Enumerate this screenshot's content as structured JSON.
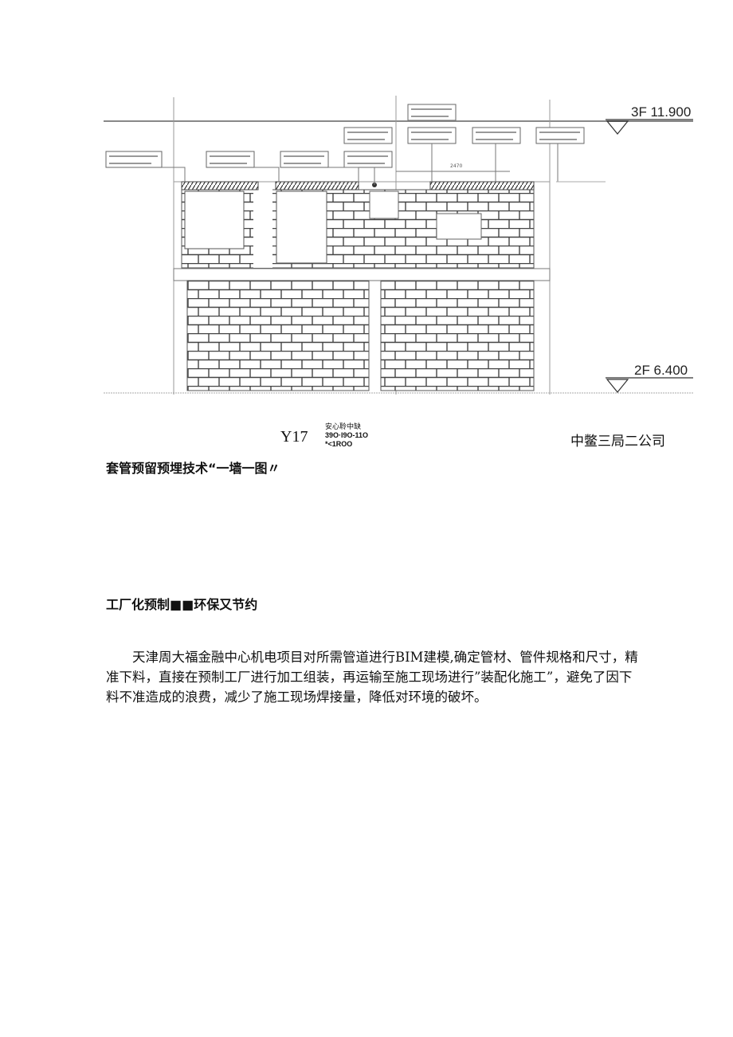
{
  "drawing": {
    "level_top": "3F 11.900",
    "level_bottom": "2F 6.400",
    "dimension": "2470"
  },
  "caption": {
    "code": "Y17",
    "stamp_lines": [
      "安心聆中缺",
      "39O·I9O-11O",
      "*<1ROO"
    ],
    "company": "中鳖三局二公司"
  },
  "sections": [
    {
      "heading": "套管预留预埋技术“一墙一图〃"
    },
    {
      "heading": "工厂化预制■■环保又节约",
      "paragraph": "天津周大福金融中心机电项目对所需管道进行BIM建模,确定管材、管件规格和尺寸，精准下料，直接在预制工厂进行加工组装，再运输至施工现场进行”装配化施工”，避免了因下料不准造成的浪费，减少了施工现场焊接量，降低对环境的破坏。"
    }
  ]
}
